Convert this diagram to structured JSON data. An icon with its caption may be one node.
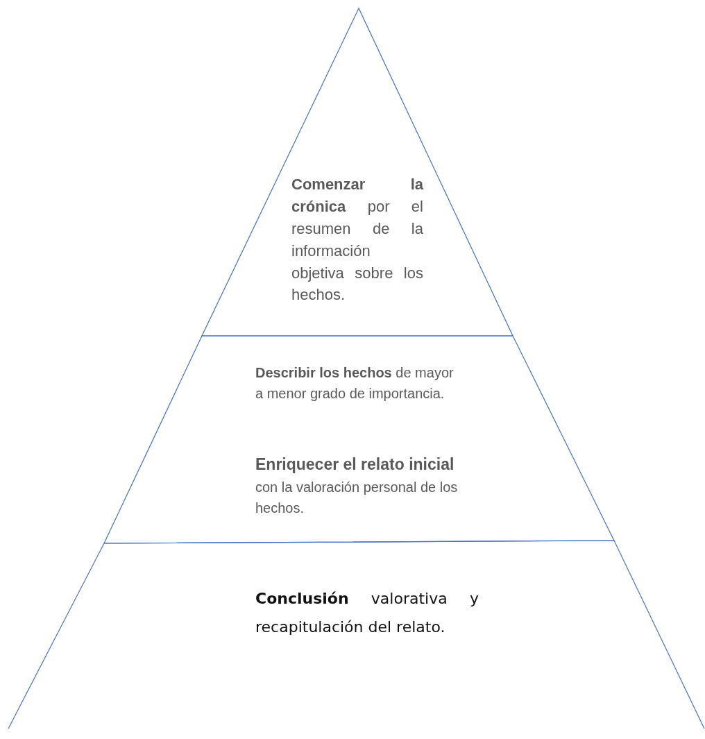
{
  "diagram": {
    "nodes": [
      {
        "text": [
          "**Comenzar la crónica** por el resumen de la información objetiva sobre los hechos."
        ]
      },
      {
        "text": [
          "**Describir los hechos** de mayor a menor grado de importancia.",
          "**Enriquecer el relato inicial** con la valoración personal de los hechos."
        ]
      },
      {
        "text": [
          "**Conclusión** valorativa y recapitulación del relato."
        ]
      }
    ]
  }
}
